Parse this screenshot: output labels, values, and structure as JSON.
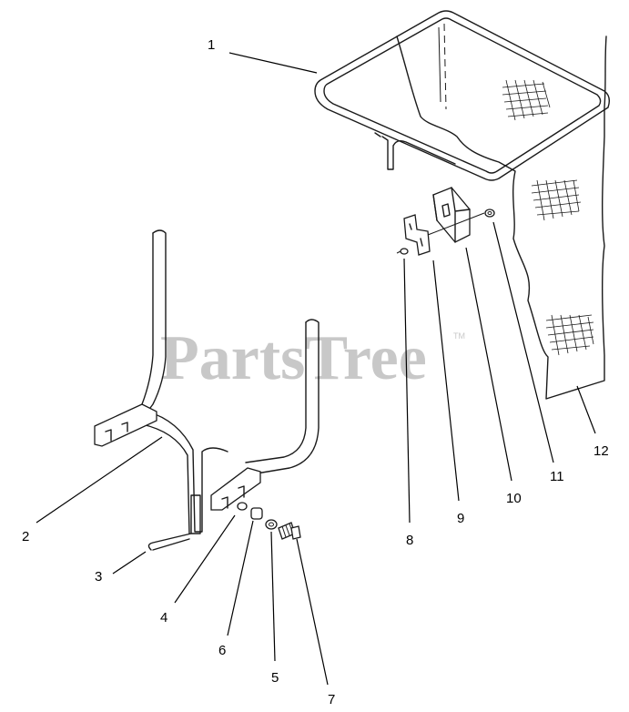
{
  "watermark": {
    "text": "PartsTree",
    "trademark": "TM"
  },
  "callouts": [
    {
      "id": "c1",
      "label": "1"
    },
    {
      "id": "c2",
      "label": "2"
    },
    {
      "id": "c3",
      "label": "3"
    },
    {
      "id": "c4",
      "label": "4"
    },
    {
      "id": "c5",
      "label": "5"
    },
    {
      "id": "c6",
      "label": "6"
    },
    {
      "id": "c7",
      "label": "7"
    },
    {
      "id": "c8",
      "label": "8"
    },
    {
      "id": "c9",
      "label": "9"
    },
    {
      "id": "c10",
      "label": "10"
    },
    {
      "id": "c11",
      "label": "11"
    },
    {
      "id": "c12",
      "label": "12"
    }
  ]
}
